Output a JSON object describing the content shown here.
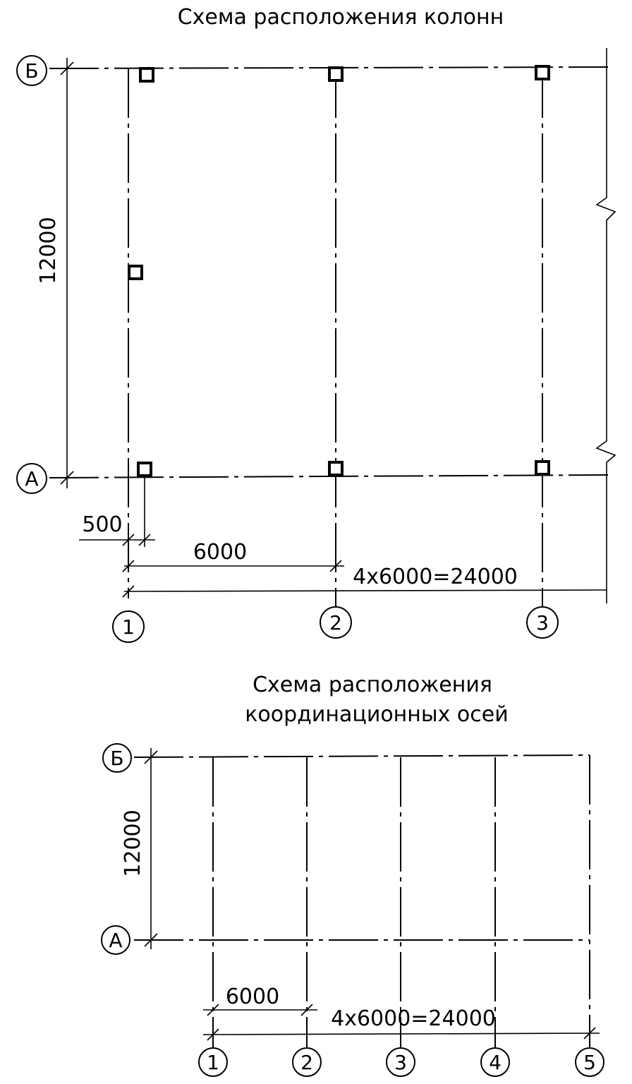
{
  "scheme1": {
    "title": "Схема расположения колонн",
    "row_labels": [
      "Б",
      "А"
    ],
    "col_labels": [
      "1",
      "2",
      "3"
    ],
    "dim_vertical": "12000",
    "dim_offset": "500",
    "dim_span": "6000",
    "dim_total": "4x6000=24000"
  },
  "scheme2": {
    "title_line1": "Схема расположения",
    "title_line2": "координационных осей",
    "row_labels": [
      "Б",
      "А"
    ],
    "col_labels": [
      "1",
      "2",
      "3",
      "4",
      "5"
    ],
    "dim_vertical": "12000",
    "dim_span": "6000",
    "dim_total": "4x6000=24000"
  }
}
